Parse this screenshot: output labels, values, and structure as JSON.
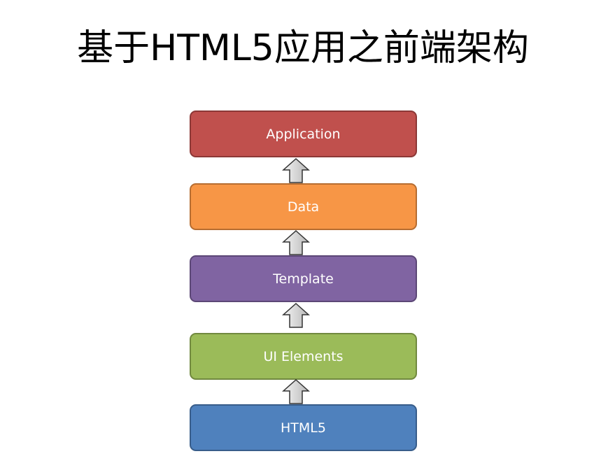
{
  "title": "基于HTML5应用之前端架构",
  "layers": [
    {
      "label": "Application",
      "fill": "#C0504D",
      "border": "#8C3836"
    },
    {
      "label": "Data",
      "fill": "#F79646",
      "border": "#B66D31"
    },
    {
      "label": "Template",
      "fill": "#8064A2",
      "border": "#5C4776"
    },
    {
      "label": "UI Elements",
      "fill": "#9BBB59",
      "border": "#71893F"
    },
    {
      "label": "HTML5",
      "fill": "#4F81BD",
      "border": "#385D8A"
    }
  ]
}
